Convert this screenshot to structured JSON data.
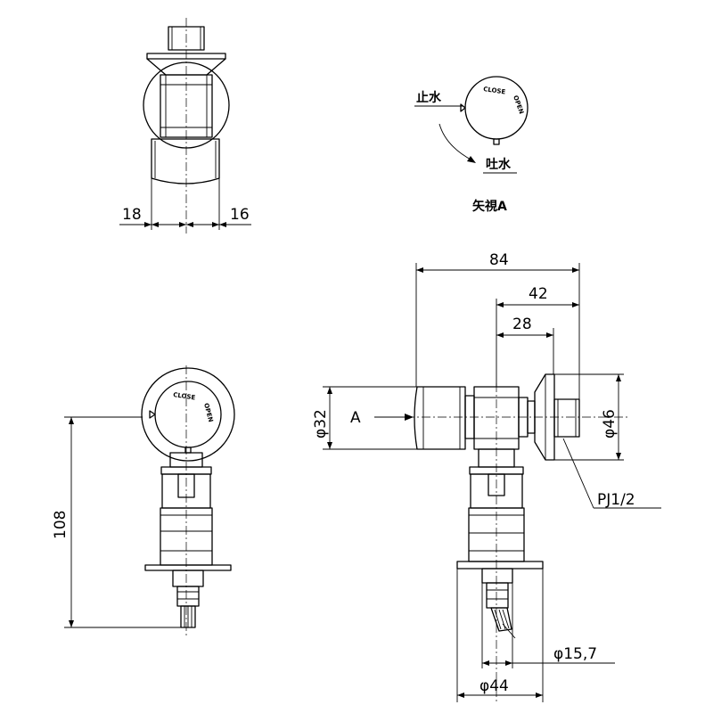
{
  "dimensions": {
    "top_left": "18",
    "top_right": "16",
    "height": "108",
    "total_length": "84",
    "mid_length": "42",
    "short_length": "28",
    "dia_body": "φ32",
    "dia_flange": "φ46",
    "dia_outlet": "φ15,7",
    "dia_base": "φ44"
  },
  "labels": {
    "arrow_a": "A",
    "thread": "PJ1/2",
    "view_title": "矢視A",
    "stop_water": "止水",
    "discharge_water": "吐水",
    "close": "CLOSE",
    "open": "OPEN"
  }
}
